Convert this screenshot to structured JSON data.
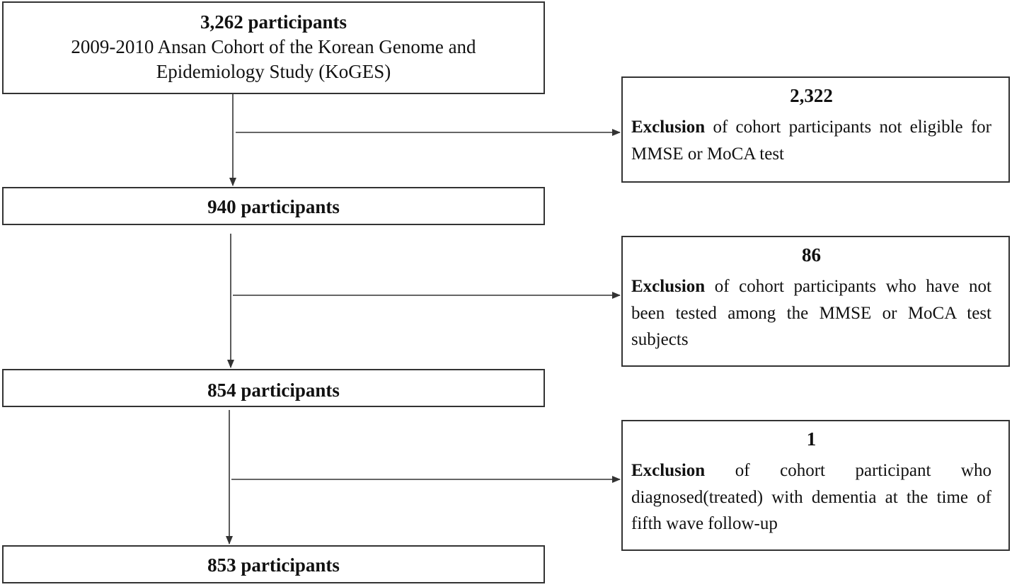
{
  "start": {
    "count": "3,262 participants",
    "line1": "2009-2010 Ansan Cohort of the Korean Genome and",
    "line2": "Epidemiology Study (KoGES)"
  },
  "steps": [
    {
      "count": "940 participants"
    },
    {
      "count": "854 participants"
    },
    {
      "count": "853 participants"
    }
  ],
  "exclusions": [
    {
      "number": "2,322",
      "keyword": "Exclusion",
      "text": " of cohort participants not eligible for MMSE or MoCA test"
    },
    {
      "number": "86",
      "keyword": "Exclusion",
      "text": " of cohort participants who have not been tested among the MMSE or MoCA test subjects"
    },
    {
      "number": "1",
      "keyword": "Exclusion",
      "text": " of cohort participant who diagnosed(treated) with dementia at the time of fifth wave follow-up"
    }
  ]
}
